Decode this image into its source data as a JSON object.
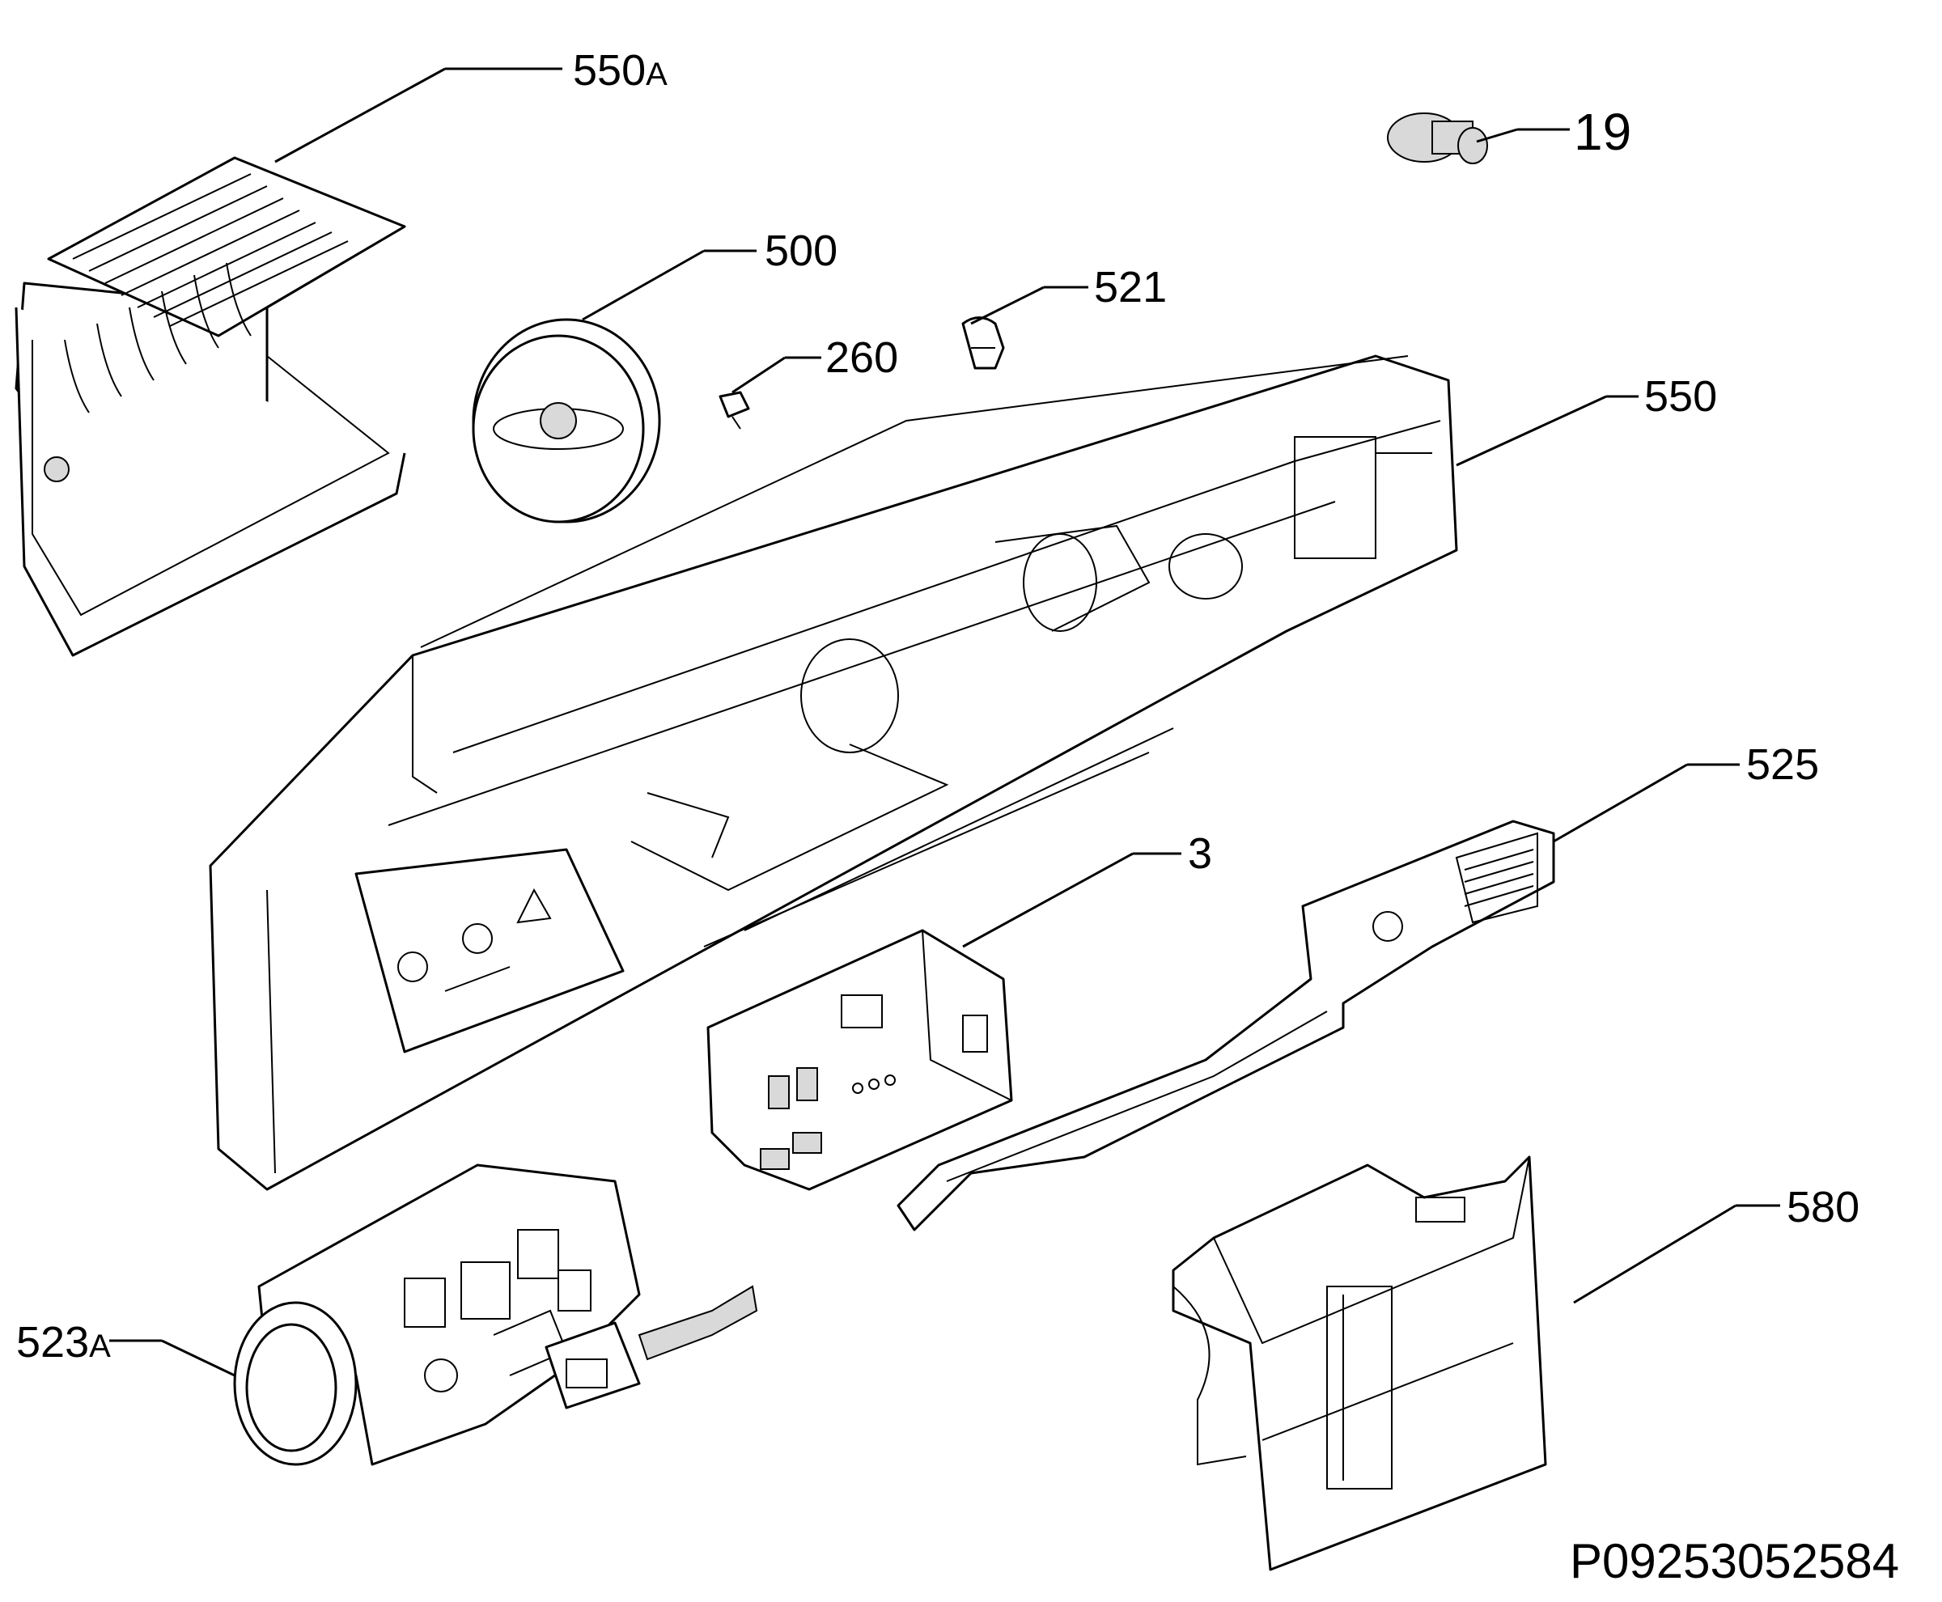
{
  "callouts": {
    "p550a": {
      "number": "550",
      "suffix": "A"
    },
    "p19": "19",
    "p500": "500",
    "p521": "521",
    "p260": "260",
    "p550": "550",
    "p525": "525",
    "p3": "3",
    "p580": "580",
    "p523a": {
      "number": "523",
      "suffix": "A"
    }
  },
  "document_id": "P09253052584"
}
